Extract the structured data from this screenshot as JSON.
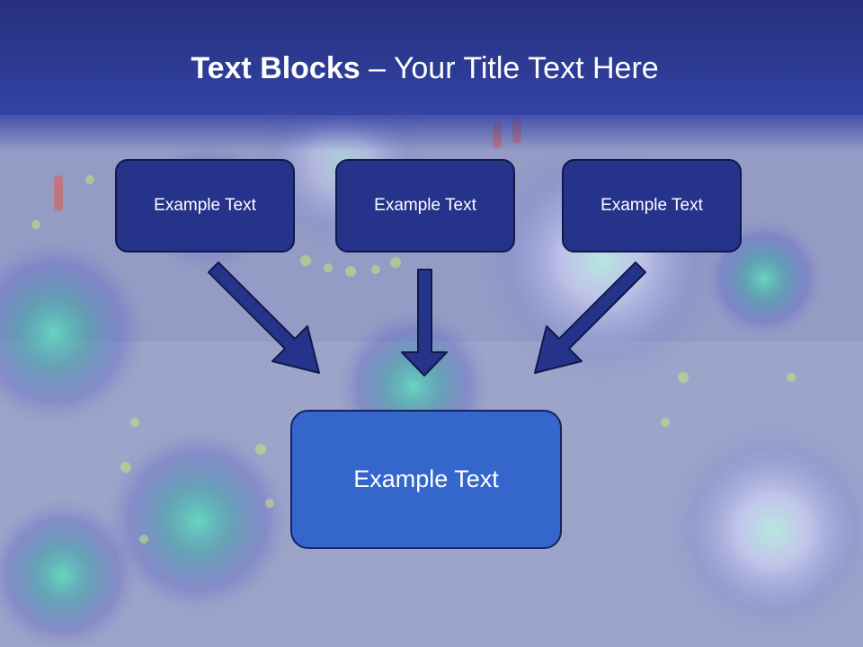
{
  "title": {
    "bold": "Text Blocks",
    "dash": " – ",
    "rest": "Your Title Text Here"
  },
  "blocks": [
    {
      "label": "Example Text"
    },
    {
      "label": "Example Text"
    },
    {
      "label": "Example Text"
    }
  ],
  "target": {
    "label": "Example Text"
  },
  "colors": {
    "title_band": "#2c3a92",
    "block_fill": "#26338a",
    "target_fill": "#3466cc",
    "arrow": "#26338a",
    "background": "#9aa2c8"
  }
}
